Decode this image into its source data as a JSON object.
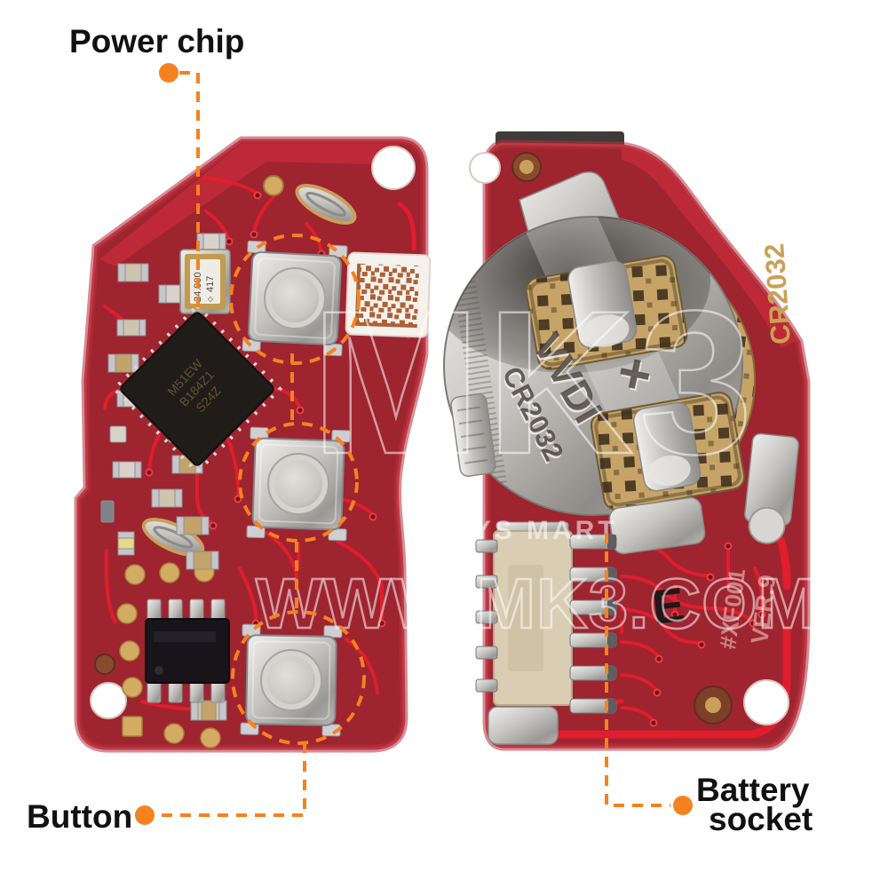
{
  "annotations": {
    "power_chip": "Power chip",
    "button": "Button",
    "battery_socket": {
      "full": "Battery socket",
      "line1": "Battery",
      "line2": "socket"
    }
  },
  "left_board": {
    "crystal": {
      "line1": "24.000",
      "logo": "◇",
      "line2": "417"
    },
    "mcu_marking": {
      "line1": "M51EW",
      "line2": "B184Z1",
      "line3": "S24Z"
    }
  },
  "right_board": {
    "clip_brand": "VVDI",
    "clip_battery_model": "CR2032",
    "clip_polarity": "+",
    "silkscreen_battery": "CR2032",
    "silkscreen_model": "#XF001",
    "silkscreen_version": "VER.9",
    "silkscreen_letter": "E"
  },
  "watermark": {
    "logo": "MK3",
    "tagline": "KEYS MART",
    "website": "WWW.MK3.COM"
  },
  "colors": {
    "annotation_orange": "#f5821f",
    "board_red": "#9e2430",
    "trace_red": "#e41e2d",
    "gold": "#c9a258",
    "metal_silver": "#c9c7c3"
  }
}
